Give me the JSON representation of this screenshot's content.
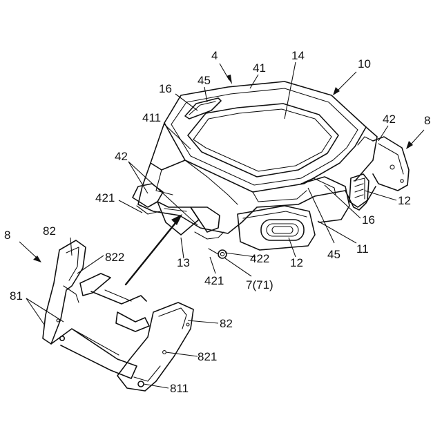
{
  "labels": {
    "l4": "4",
    "l41": "41",
    "l14": "14",
    "l10": "10",
    "l16_top": "16",
    "l45_top": "45",
    "l42_right": "42",
    "l8_right": "8",
    "l411": "411",
    "l42_left": "42",
    "l421_left": "421",
    "l12_right": "12",
    "l16_right": "16",
    "l82_left": "82",
    "l8_left": "8",
    "l822": "822",
    "l13": "13",
    "l422": "422",
    "l12_front": "12",
    "l45_front": "45",
    "l11": "11",
    "l81": "81",
    "l421_bottom": "421",
    "l7_71": "7(71)",
    "l82_bottom": "82",
    "l821": "821",
    "l811": "811"
  }
}
